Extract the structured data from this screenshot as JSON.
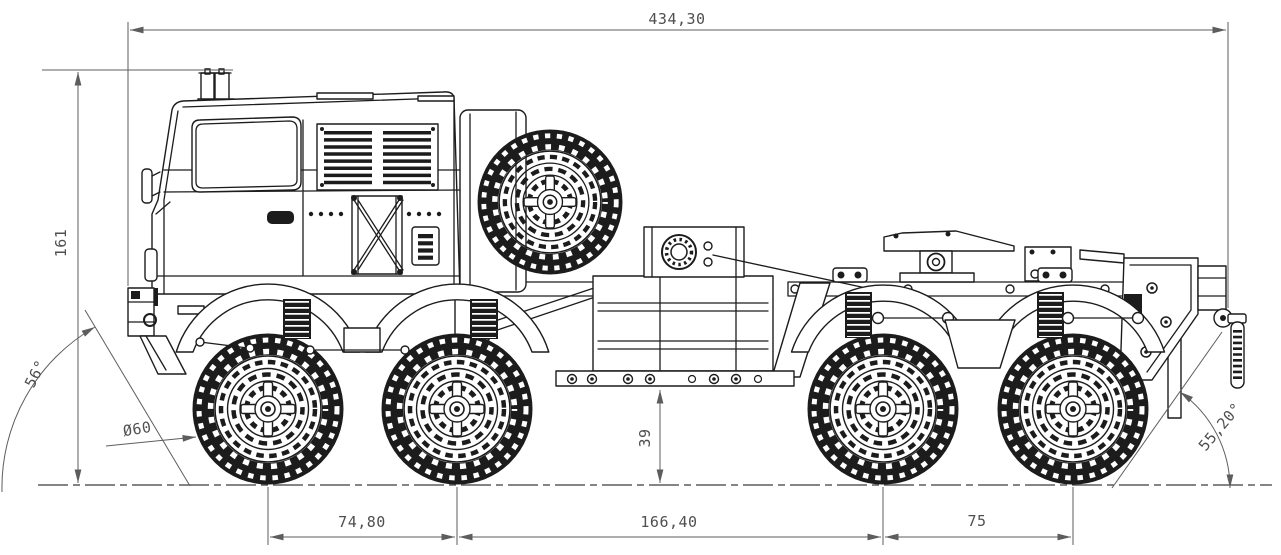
{
  "drawing": {
    "type": "engineering-drawing",
    "subject": "8x8 heavy truck chassis - dimensioned side elevation",
    "colors": {
      "background": "#ffffff",
      "artwork": "#1c1c1c",
      "dimension": "#5d5d5d"
    },
    "dims": {
      "overall_length": "434,30",
      "overall_height": "161",
      "approach_angle": "56°",
      "tire_diameter": "Ø60",
      "spacing_axle1_axle2": "74,80",
      "ground_clearance": "39",
      "spacing_axle2_axle3": "166,40",
      "spacing_axle3_axle4": "75",
      "departure_angle": "55,20°"
    }
  }
}
